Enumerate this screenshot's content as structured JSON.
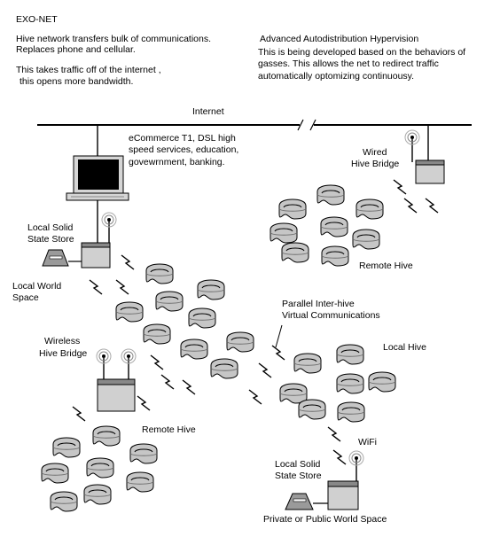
{
  "header": {
    "title": "EXO-NET",
    "desc_line1": "Hive network transfers bulk of communications.",
    "desc_line2": "Replaces phone and cellular.",
    "desc_line3": "This takes traffic off of the internet ,",
    "desc_line4": "this opens more bandwidth."
  },
  "hypervision": {
    "title": "Advanced Autodistribution Hypervision",
    "line1": "This is being developed based on the behaviors of",
    "line2": "gasses. This allows the net to redirect traffic",
    "line3": "automatically optomizing continuousy."
  },
  "internet": {
    "label": "Internet"
  },
  "ecommerce": {
    "line1": "eCommerce T1, DSL high",
    "line2": "speed services, education,",
    "line3": "govewrnment, banking."
  },
  "labels": {
    "wired_bridge_1": "Wired",
    "wired_bridge_2": "Hive Bridge",
    "remote_hive_top": "Remote Hive",
    "local_store_1": "Local Solid",
    "local_store_2": "State Store",
    "local_world_1": "Local World",
    "local_world_2": "Space",
    "parallel_1": "Parallel Inter-hive",
    "parallel_2": "Virtual Communications",
    "wireless_bridge_1": "Wireless",
    "wireless_bridge_2": "Hive Bridge",
    "local_hive": "Local Hive",
    "remote_hive_bottom": "Remote Hive",
    "wifi": "WiFi",
    "private_store_1": "Local Solid",
    "private_store_2": "State Store",
    "private_world": "Private or Public World Space"
  }
}
